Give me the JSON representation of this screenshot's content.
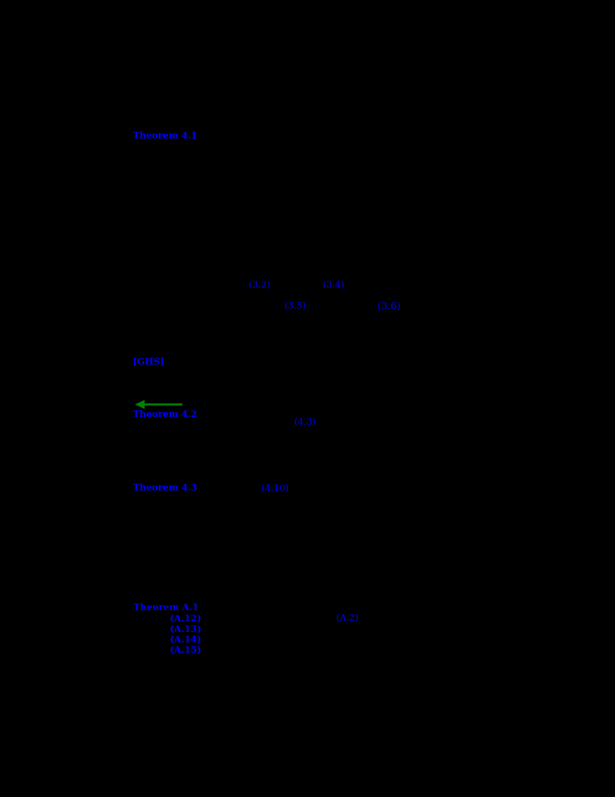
{
  "page": {
    "background": "#000000",
    "link_color": "#0000ff",
    "arrow_color": "#008000",
    "description": "Dark document page showing only hyperlink annotations (blue) and one green left arrow; body text not visible"
  },
  "links": {
    "theorem_ref_1": "Theorem 4.1",
    "eqref_1": "(3.2)",
    "eqref_2": "(3.4)",
    "eqref_3": "(3.5)",
    "eqref_4": "(3.6)",
    "cite_1": "[GHS]",
    "theorem_ref_2": "Theorem 4.2",
    "eqref_5": "(4.3)",
    "theorem_ref_3": "Theorem 4.3",
    "eqref_6": "(4.10)",
    "theorem_ref_4": "Theorem A.1",
    "eqref_stack_1": "(A.12)",
    "eqref_stack_2": "(A.13)",
    "eqref_stack_3": "(A.14)",
    "eqref_stack_4": "(A.15)",
    "eqref_7": "(A.2)"
  },
  "icons": {
    "green_left_arrow": "left-arrow"
  }
}
